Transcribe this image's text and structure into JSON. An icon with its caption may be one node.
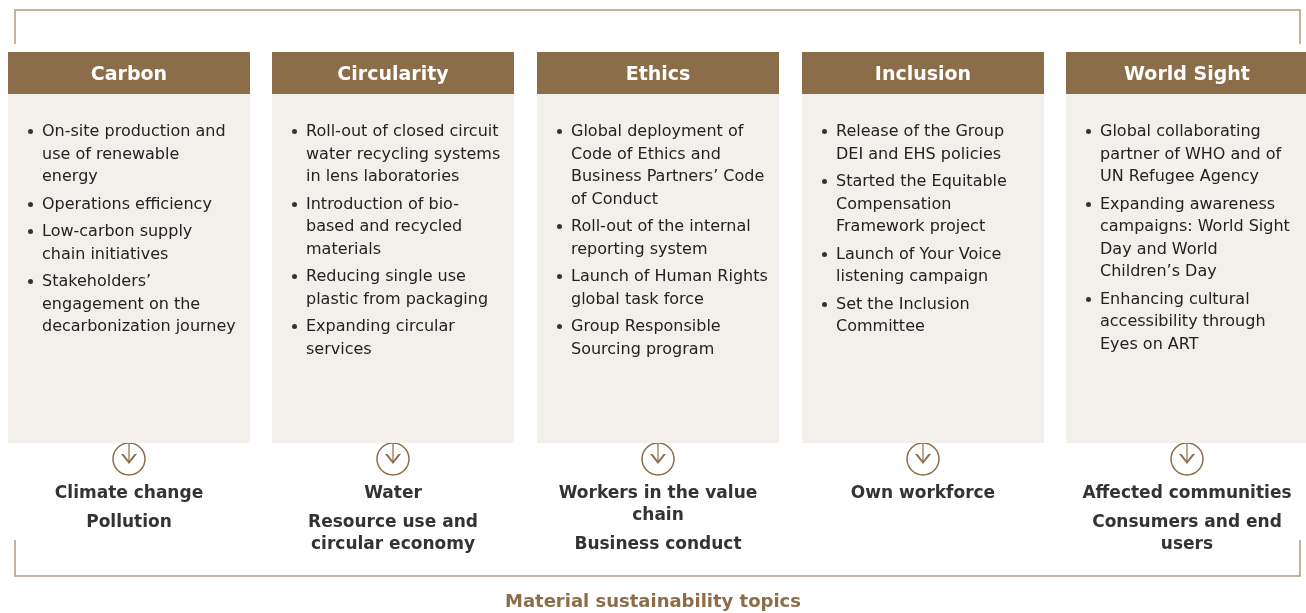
{
  "diagram": {
    "nodes": [
      {
        "text": [
          "Carbon",
          "On-site production and use of renewable energy",
          "Operations efficiency",
          "Low-carbon supply chain initiatives",
          "Stakeholders’ engagement on the decarbonization journey"
        ]
      },
      {
        "text": [
          "Climate change",
          "Pollution"
        ]
      },
      {
        "text": [
          "Circularity",
          "Roll-out of closed circuit water recycling systems in lens laboratories",
          "Introduction of bio-based and recycled materials",
          "Reducing single use plastic from packaging",
          "Expanding circular services"
        ]
      },
      {
        "text": [
          "Water",
          "Resource use and circular economy"
        ]
      },
      {
        "text": [
          "Ethics",
          "Global deployment of Code of Ethics and Business Partners’ Code of Conduct",
          "Roll-out of the internal reporting system",
          "Launch of Human Rights global task force",
          "Group Responsible Sourcing program"
        ]
      },
      {
        "text": [
          "Workers in the value chain",
          "Business conduct"
        ]
      },
      {
        "text": [
          "Inclusion",
          "Release of the Group DEI and EHS policies",
          "Started the Equitable Compensation Framework project",
          "Launch of Your Voice listening campaign",
          "Set the Inclusion Committee"
        ]
      },
      {
        "text": [
          "Own workforce"
        ]
      },
      {
        "text": [
          "World Sight",
          "Global collaborating partner of WHO and of UN Refugee Agency",
          "Expanding awareness campaigns: World Sight Day and World Children’s Day",
          "Enhancing cultural accessibility through Eyes on ART"
        ]
      },
      {
        "text": [
          "Affected communities",
          "Consumers and end users"
        ]
      }
    ],
    "edges": [
      {
        "from": 0,
        "to": 1,
        "arrow": "to"
      },
      {
        "from": 2,
        "to": 3,
        "arrow": "to"
      },
      {
        "from": 4,
        "to": 5,
        "arrow": "to"
      },
      {
        "from": 6,
        "to": 7,
        "arrow": "to"
      },
      {
        "from": 8,
        "to": 9,
        "arrow": "to"
      }
    ],
    "labels": [
      "Material sustainability topics"
    ]
  }
}
